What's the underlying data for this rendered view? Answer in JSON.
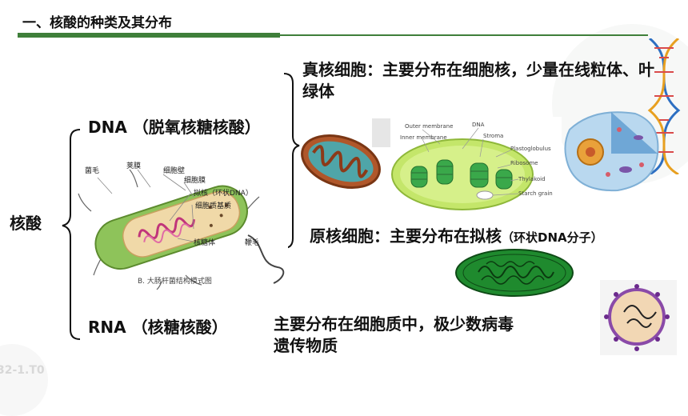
{
  "slide": {
    "title": "一、核酸的种类及其分布",
    "nucleic_acid": "核酸",
    "dna": "DNA （脱氧核糖核酸）",
    "rna": "RNA （核糖核酸）",
    "eukaryote_text": "真核细胞：主要分布在细胞核，少量在线粒体、叶绿体",
    "prokaryote_main": "原核细胞：主要分布在拟核",
    "prokaryote_small": "（环状DNA分子）",
    "rna_text": "主要分布在细胞质中，极少数病毒遗传物质",
    "bottom_deco": "32-1.T0"
  },
  "bacterium_figure": {
    "labels": {
      "flagellum_short": "菌毛",
      "capsule": "荚膜",
      "cell_wall": "细胞壁",
      "cell_membrane": "细胞膜",
      "nucleoid": "拟核（环状DNA）",
      "cytoplasm": "细胞质基质",
      "ribosome": "核糖体",
      "flagellum": "鞭毛"
    },
    "caption": "B. 大肠杆菌结构模式图"
  },
  "chloroplast_figure": {
    "labels": {
      "outer": "Outer membrane",
      "dna": "DNA",
      "inner": "Inner membrane",
      "stroma": "Stroma",
      "plastoglobulus": "Plastoglobulus",
      "ribosome": "Ribosome",
      "thylakoid": "Thylakoid",
      "starch": "Starch grain"
    }
  },
  "colors": {
    "accent_green": "#3f7f3a",
    "bacterium_green": "#7fb24a",
    "chloroplast_green": "#b6e35b"
  }
}
